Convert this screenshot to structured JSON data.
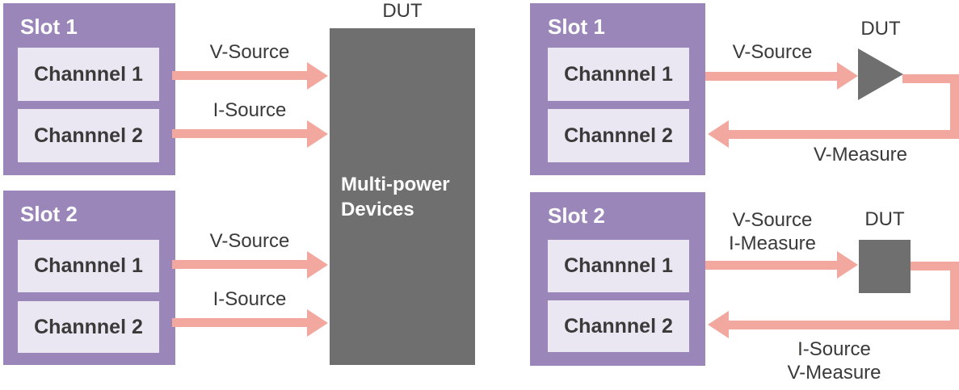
{
  "colors": {
    "slot_purple": "#9a86b9",
    "channel_lavender": "#eae7f3",
    "arrow_salmon": "#f2a89e",
    "dut_gray": "#706f6f",
    "text_dark": "#3a3a39",
    "background": "#ffffff"
  },
  "left": {
    "dut_caption": "DUT",
    "dut_name": "Multi-power Devices",
    "slot1": {
      "title": "Slot 1",
      "channel1": "Channnel 1",
      "channel2": "Channnel 2"
    },
    "slot2": {
      "title": "Slot 2",
      "channel1": "Channnel 1",
      "channel2": "Channnel 2"
    },
    "arrow1_label": "V-Source",
    "arrow2_label": "I-Source",
    "arrow3_label": "V-Source",
    "arrow4_label": "I-Source"
  },
  "right_top": {
    "slot": {
      "title": "Slot 1",
      "channel1": "Channnel 1",
      "channel2": "Channnel 2"
    },
    "dut_caption": "DUT",
    "forward_label": "V-Source",
    "return_label": "V-Measure"
  },
  "right_bottom": {
    "slot": {
      "title": "Slot 2",
      "channel1": "Channnel 1",
      "channel2": "Channnel 2"
    },
    "dut_caption": "DUT",
    "forward_label_line1": "V-Source",
    "forward_label_line2": "I-Measure",
    "return_label_line1": "I-Source",
    "return_label_line2": "V-Measure"
  }
}
